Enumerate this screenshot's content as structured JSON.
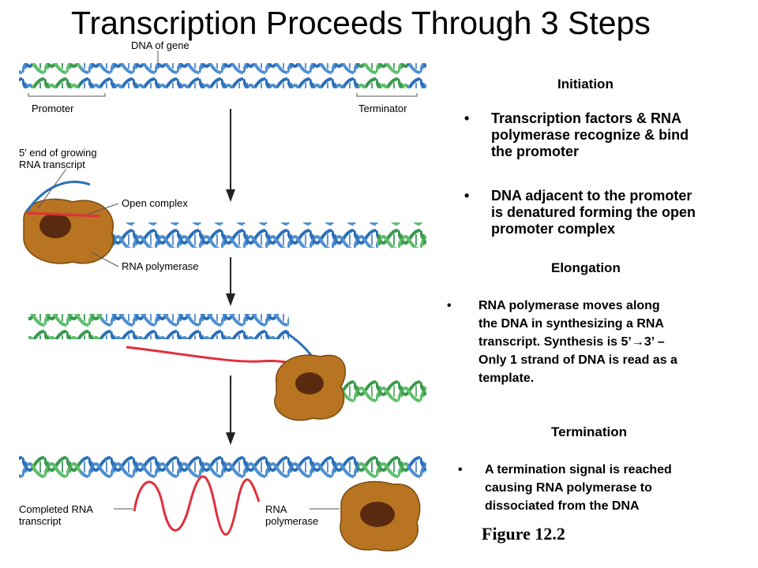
{
  "title": "Transcription Proceeds Through 3 Steps",
  "diagram": {
    "dna_of_gene": "DNA of gene",
    "promoter": "Promoter",
    "terminator": "Terminator",
    "five_prime_end": "5′ end of growing\nRNA transcript",
    "open_complex": "Open complex",
    "rna_polymerase": "RNA polymerase",
    "completed_rna": "Completed RNA\ntranscript",
    "rna_polymerase_released": "RNA\npolymerase",
    "colors": {
      "dna_blue": "#2a6fb8",
      "dna_green": "#3a9a4a",
      "rna_red": "#e0303c",
      "polymerase": "#b87420",
      "polymerase_dark": "#5a2a10"
    }
  },
  "initiation": {
    "heading": "Initiation",
    "bullets": [
      "Transcription factors & RNA\npolymerase recognize & bind\nthe promoter",
      "DNA adjacent to the promoter\nis denatured forming the open\npromoter complex"
    ]
  },
  "elongation": {
    "heading": "Elongation",
    "bullet": "RNA polymerase moves along\nthe DNA in synthesizing a RNA\ntranscript. Synthesis is 5’→3’ –\nOnly 1 strand of DNA is read as a\ntemplate."
  },
  "termination": {
    "heading": "Termination",
    "bullet": "A termination signal is reached\ncausing RNA polymerase to\ndissociated from the DNA"
  },
  "figure_label": "Figure 12.2"
}
